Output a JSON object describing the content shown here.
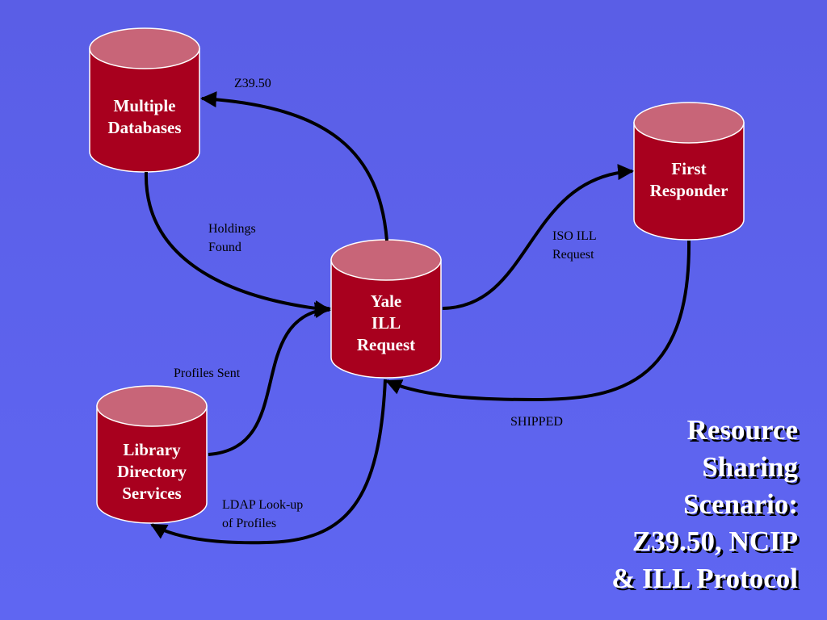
{
  "colors": {
    "background": "#5c62ec",
    "cylinder_body": "#a8001e",
    "cylinder_top": "#c86578",
    "arrow": "#000000",
    "title_text": "#ffffff"
  },
  "nodes": {
    "multiple_databases": {
      "line1": "Multiple",
      "line2": "Databases"
    },
    "first_responder": {
      "line1": "First",
      "line2": "Responder"
    },
    "yale_ill_request": {
      "line1": "Yale",
      "line2": "ILL",
      "line3": "Request"
    },
    "library_directory_services": {
      "line1": "Library",
      "line2": "Directory",
      "line3": "Services"
    }
  },
  "edges": {
    "z3950": "Z39.50",
    "holdings_found": {
      "line1": "Holdings",
      "line2": "Found"
    },
    "iso_ill_request": {
      "line1": "ISO ILL",
      "line2": "Request"
    },
    "profiles_sent": "Profiles Sent",
    "shipped": "SHIPPED",
    "ldap_lookup": {
      "line1": "LDAP Look-up",
      "line2": "of Profiles"
    }
  },
  "title": {
    "line1": "Resource",
    "line2": "Sharing",
    "line3": "Scenario:",
    "line4": "Z39.50, NCIP",
    "line5": "& ILL Protocol"
  }
}
